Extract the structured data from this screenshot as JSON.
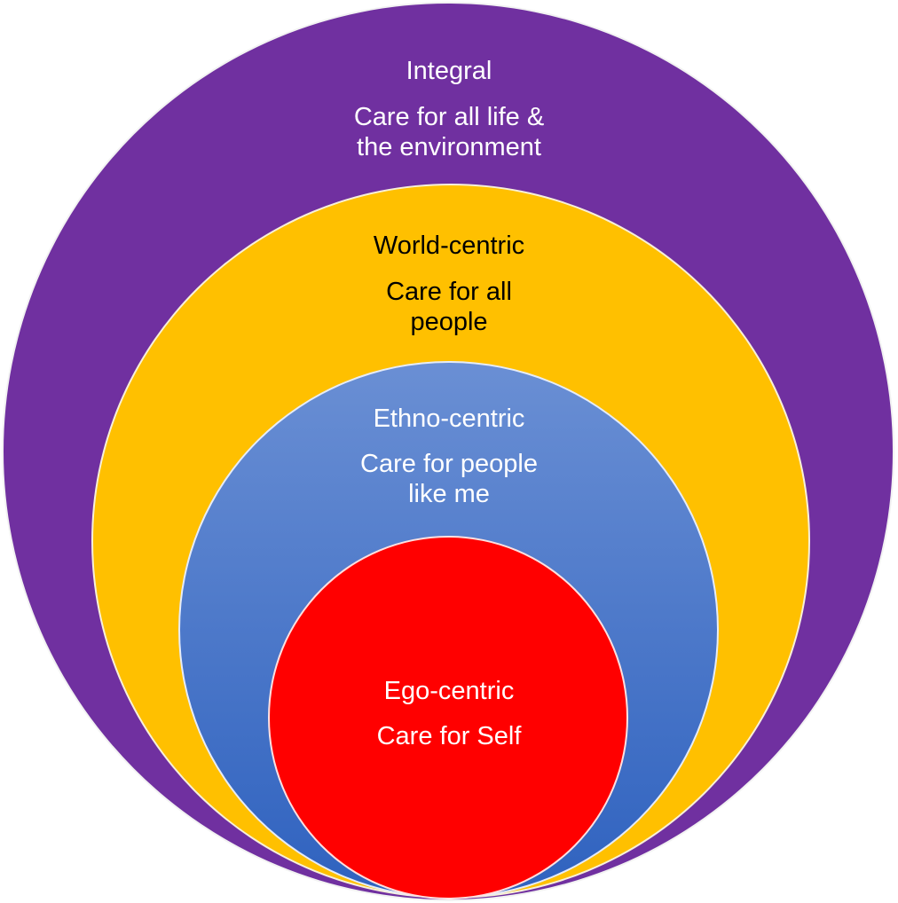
{
  "colors": {
    "integral": "#7030a0",
    "world_centric": "#ffc000",
    "ethno_top": "#6a8fd4",
    "ethno_bottom": "#2f62bf",
    "ego_centric": "#ff0000",
    "white_text": "#ffffff",
    "black_text": "#000000"
  },
  "rings": {
    "integral": {
      "title": "Integral",
      "line1": "Care for all life &",
      "line2": "the environment"
    },
    "world_centric": {
      "title": "World-centric",
      "line1": "Care for all",
      "line2": "people"
    },
    "ethno_centric": {
      "title": "Ethno-centric",
      "line1": "Care for people",
      "line2": "like me"
    },
    "ego_centric": {
      "title": "Ego-centric",
      "line1": "Care for Self"
    }
  }
}
